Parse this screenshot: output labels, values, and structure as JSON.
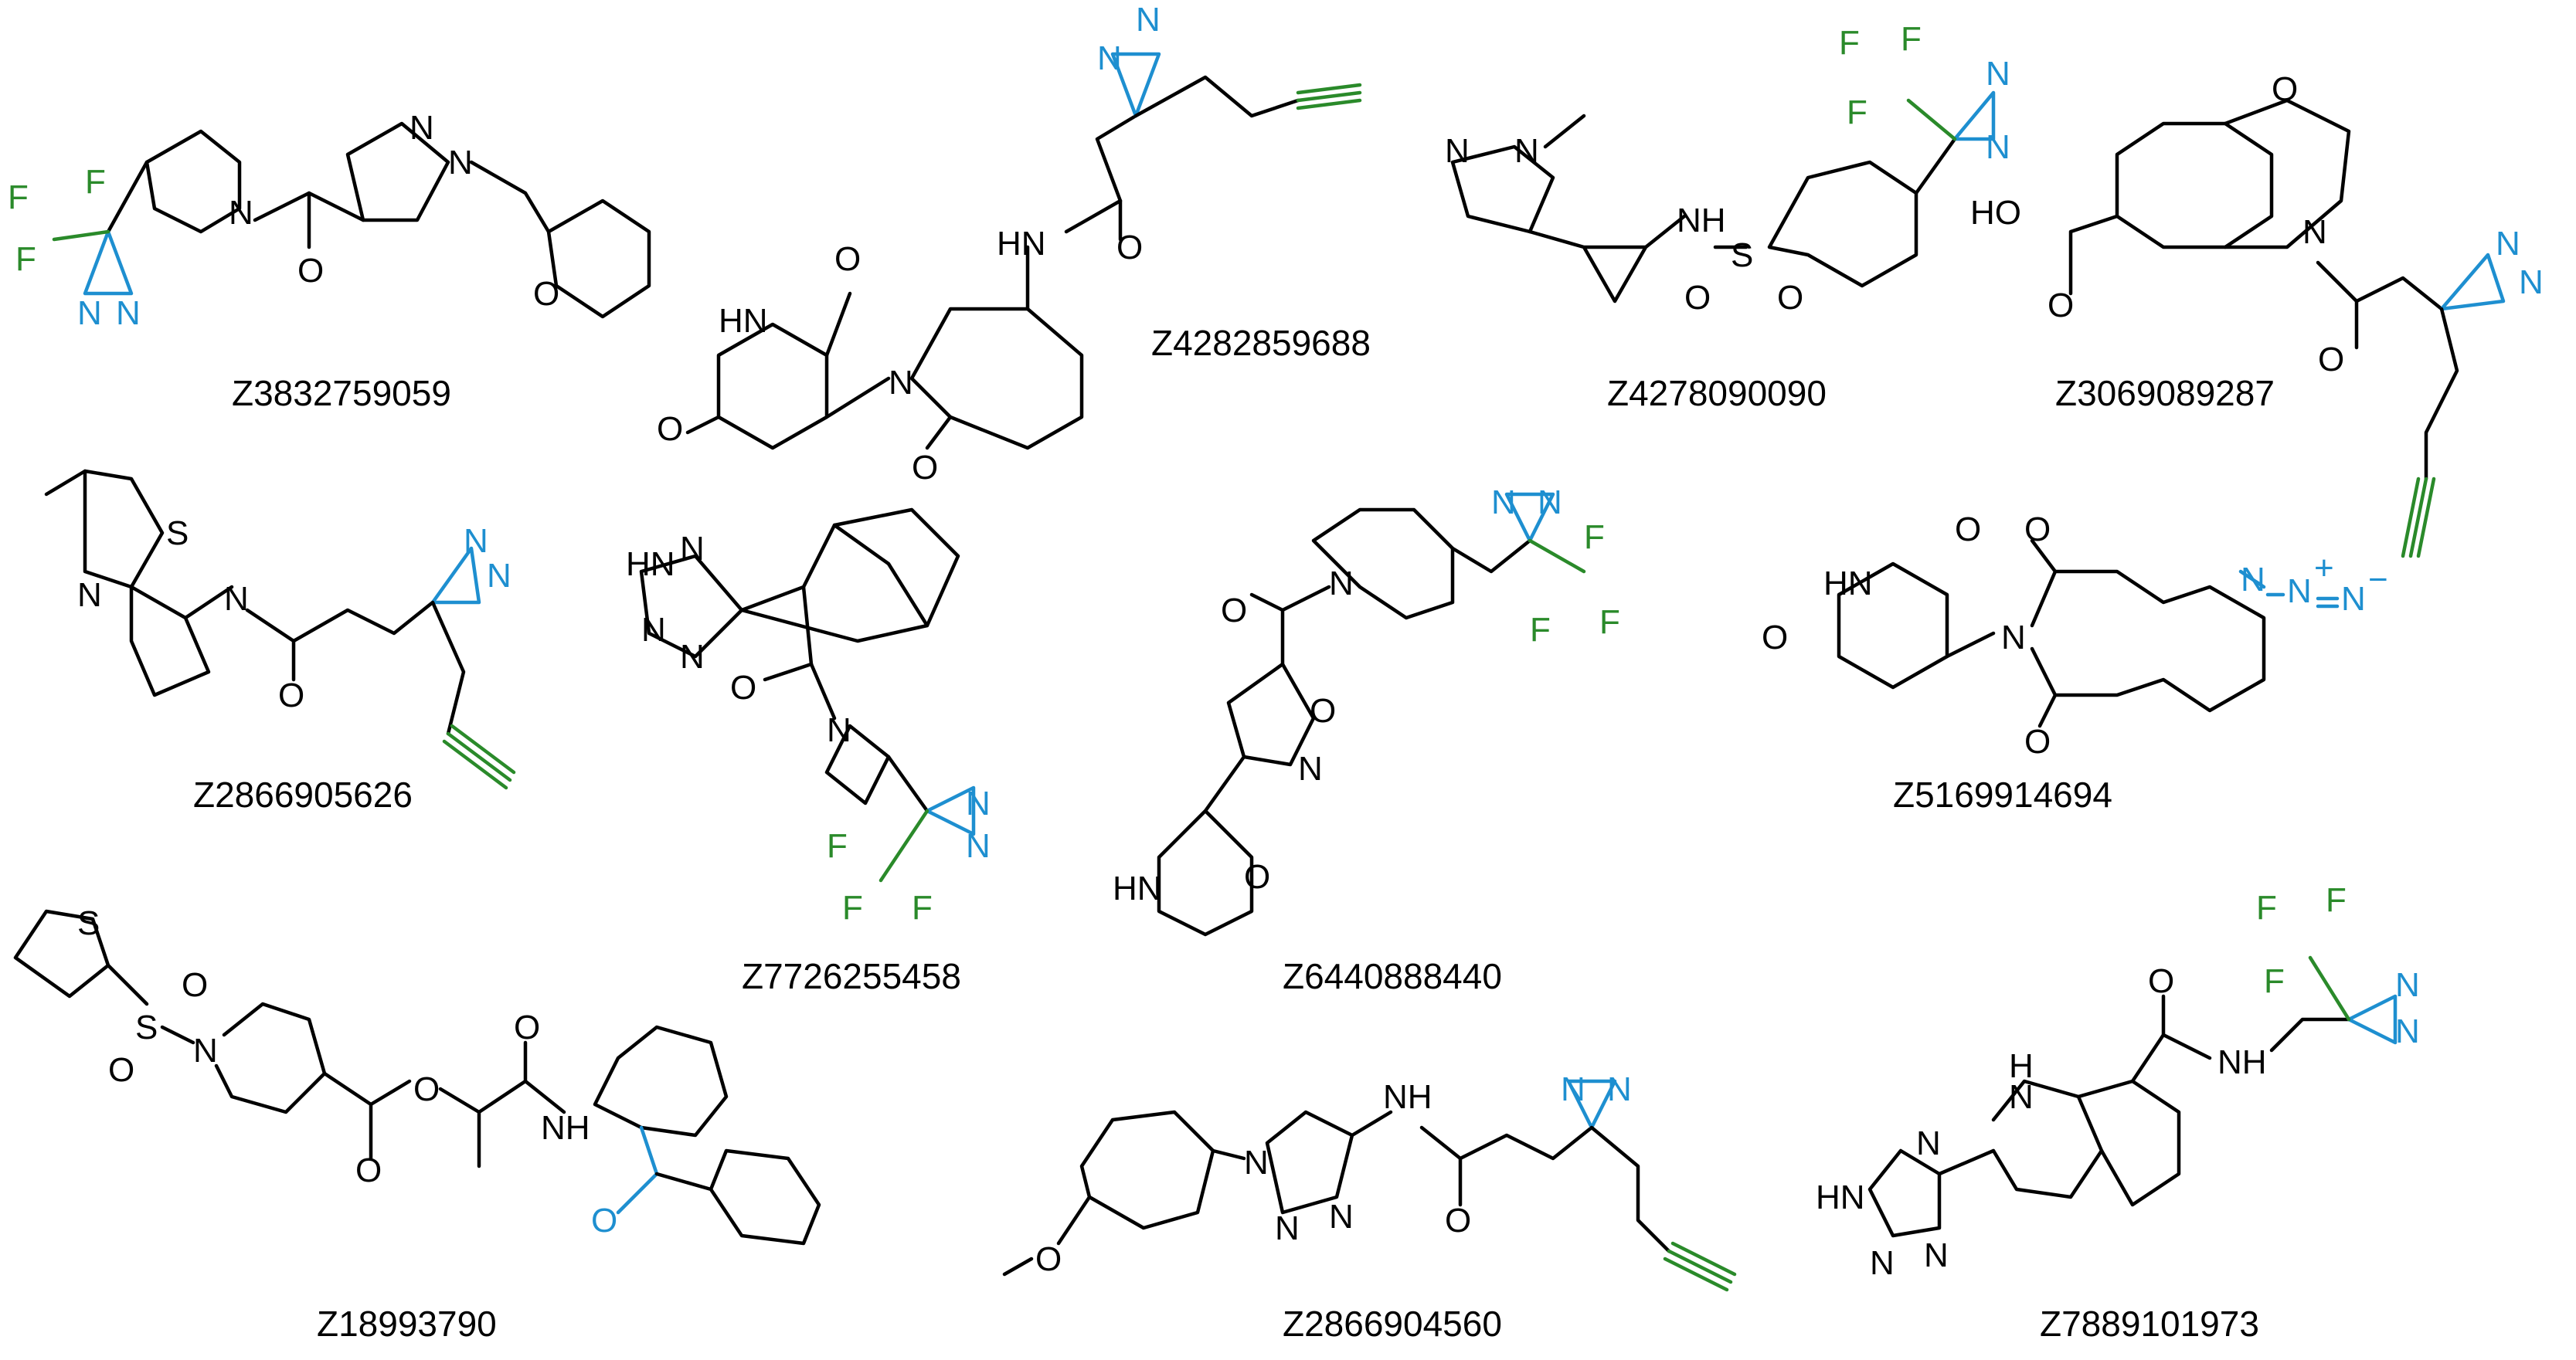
{
  "compounds": [
    {
      "id": "Z3832759059"
    },
    {
      "id": "Z4282859688"
    },
    {
      "id": "Z4278090090"
    },
    {
      "id": "Z3069089287"
    },
    {
      "id": "Z2866905626"
    },
    {
      "id": "Z7726255458"
    },
    {
      "id": "Z6440888440"
    },
    {
      "id": "Z5169914694"
    },
    {
      "id": "Z18993790"
    },
    {
      "id": "Z2866904560"
    },
    {
      "id": "Z7889101973"
    }
  ],
  "atoms": {
    "N": "N",
    "O": "O",
    "F": "F",
    "S": "S",
    "HN": "HN",
    "NH": "NH",
    "HO": "HO",
    "H": "H",
    "Nplus": "N",
    "plus": "+",
    "minus": "−"
  },
  "colors": {
    "diazirine": "#1e8fd0",
    "fluoro_alkyne": "#2a8a2a",
    "bonds": "#000000"
  }
}
